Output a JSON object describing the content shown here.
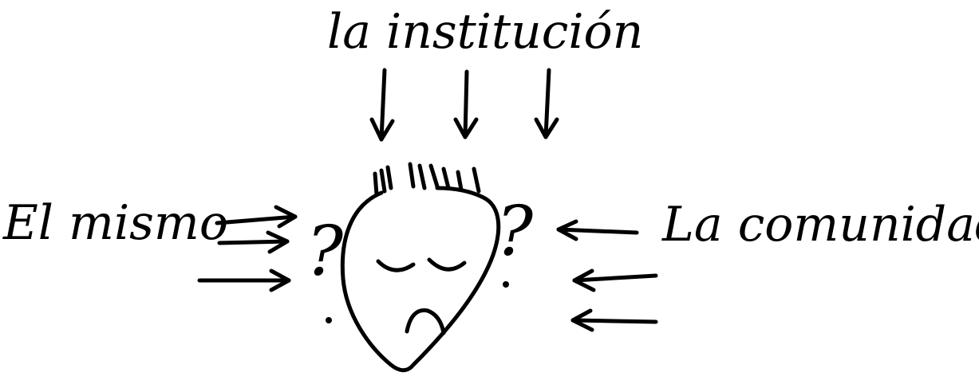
{
  "labels": {
    "top": "la institución",
    "left": "El mismo",
    "right": "La comunidad"
  },
  "question_mark": "?",
  "ink_color": "#000000",
  "background_color": "#ffffff"
}
